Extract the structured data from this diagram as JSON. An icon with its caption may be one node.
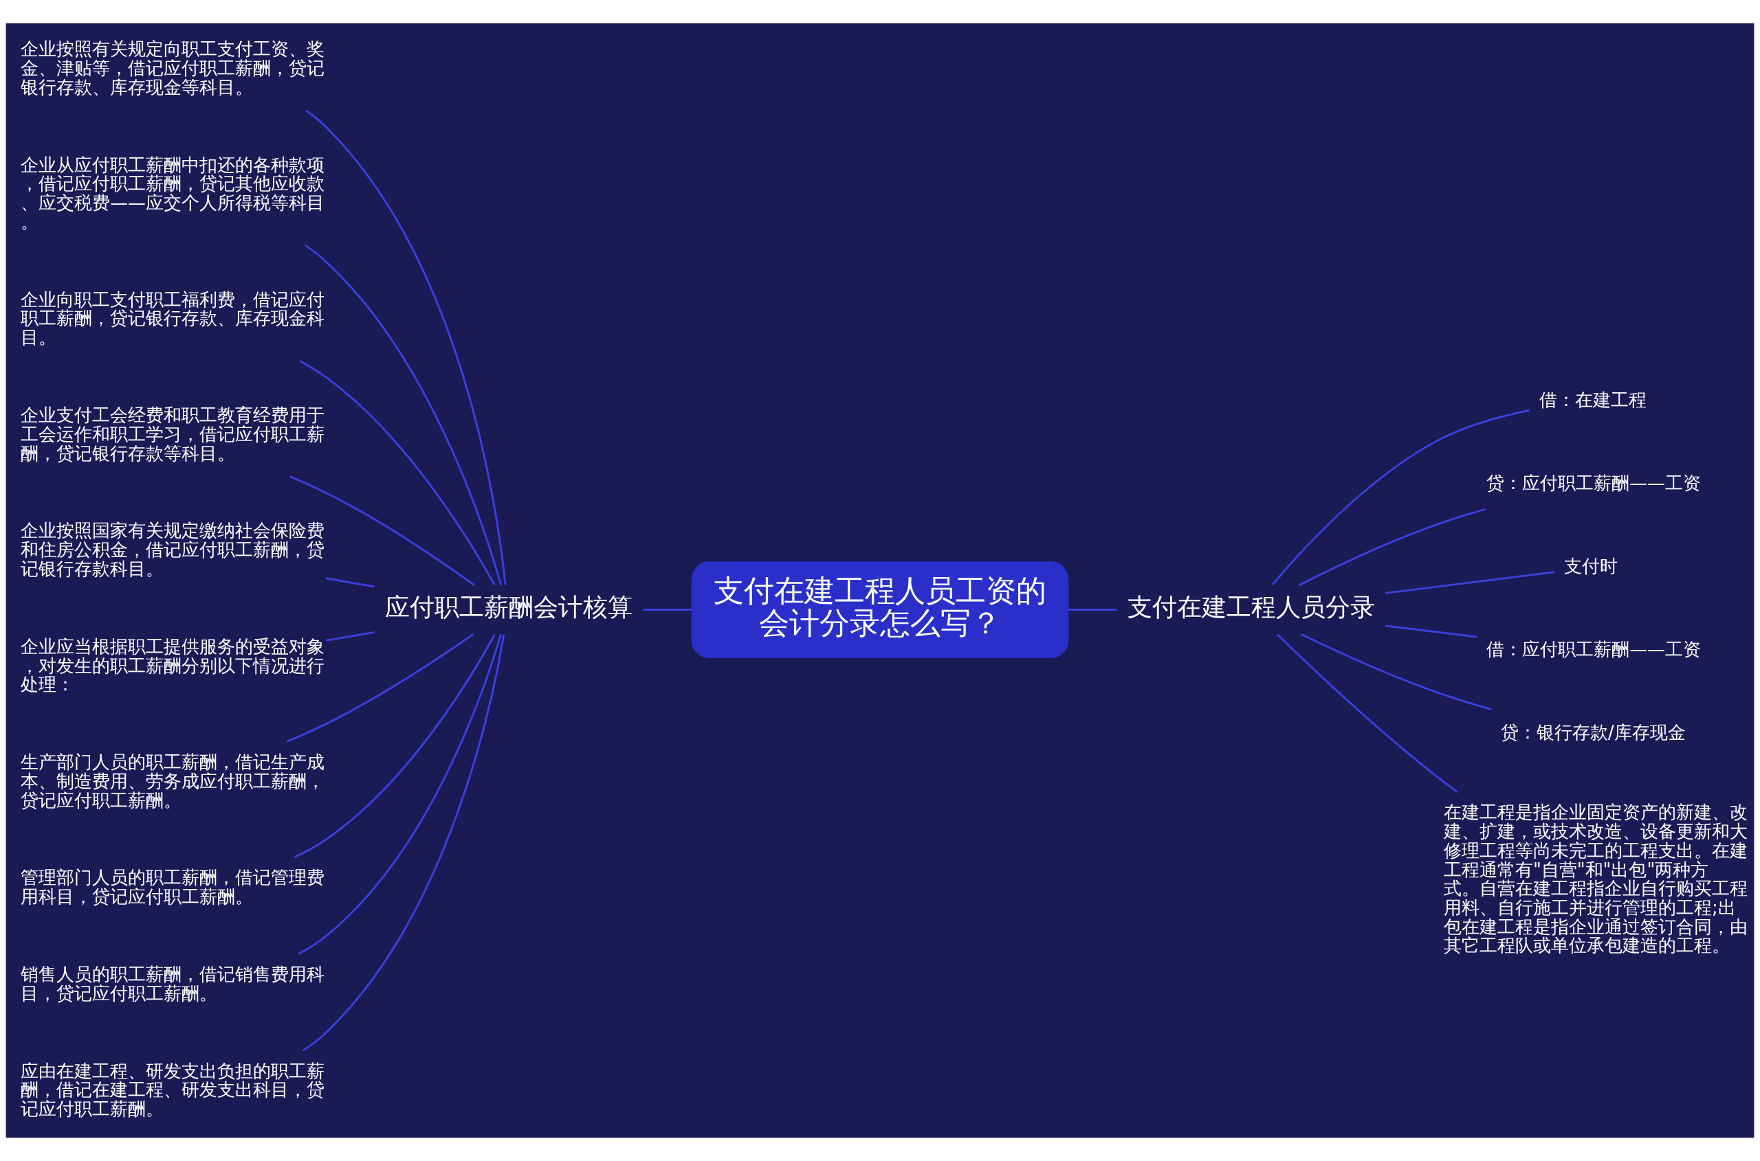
{
  "diagram": {
    "nodes": [
      {
        "text": [
          "支付在建工程人员工资的会计分录怎么写？"
        ]
      },
      {
        "text": [
          "应付职工薪酬会计核算"
        ]
      },
      {
        "text": [
          "企业按照有关规定向职工支付工资、奖金、津贴等，借记应付职工薪酬，贷记银行存款、库存现金等科目。"
        ]
      },
      {
        "text": [
          "企业从应付职工薪酬中扣还的各种款项，借记应付职工薪酬，贷记其他应收款、应交税费——应交个人所得税等科目。"
        ]
      },
      {
        "text": [
          "企业向职工支付职工福利费，借记应付职工薪酬，贷记银行存款、库存现金科目。"
        ]
      },
      {
        "text": [
          "企业支付工会经费和职工教育经费用于工会运作和职工学习，借记应付职工薪酬，贷记银行存款等科目。"
        ]
      },
      {
        "text": [
          "企业按照国家有关规定缴纳社会保险费和住房公积金，借记应付职工薪酬，贷记银行存款科目。"
        ]
      },
      {
        "text": [
          "企业应当根据职工提供服务的受益对象，对发生的职工薪酬分别以下情况进行处理："
        ]
      },
      {
        "text": [
          "生产部门人员的职工薪酬，借记生产成本、制造费用、劳务成应付职工薪酬，贷记应付职工薪酬。"
        ]
      },
      {
        "text": [
          "管理部门人员的职工薪酬，借记管理费用科目，贷记应付职工薪酬。"
        ]
      },
      {
        "text": [
          "销售人员的职工薪酬，借记销售费用科目，贷记应付职工薪酬。"
        ]
      },
      {
        "text": [
          "应由在建工程、研发支出负担的职工薪酬，借记在建工程、研发支出科目，贷记应付职工薪酬。"
        ]
      },
      {
        "text": [
          "支付在建工程人员分录"
        ]
      },
      {
        "text": [
          "借：在建工程"
        ]
      },
      {
        "text": [
          "贷：应付职工薪酬——工资"
        ]
      },
      {
        "text": [
          "支付时"
        ]
      },
      {
        "text": [
          "借：应付职工薪酬——工资"
        ]
      },
      {
        "text": [
          "贷：银行存款/库存现金"
        ]
      },
      {
        "text": [
          "在建工程是指企业固定资产的新建、改建、扩建，或技术改造、设备更新和大修理工程等尚未完工的工程支出。在建工程通常有\"自营\"和\"出包\"两种方式。自营在建工程指企业自行购买工程用料、自行施工并进行管理的工程;出包在建工程是指企业通过签订合同，由其它工程队或单位承包建造的工程。"
        ]
      }
    ],
    "edges": [
      {
        "from": 0,
        "to": 1,
        "arrow": "none"
      },
      {
        "from": 1,
        "to": 2,
        "arrow": "none"
      },
      {
        "from": 1,
        "to": 3,
        "arrow": "none"
      },
      {
        "from": 1,
        "to": 4,
        "arrow": "none"
      },
      {
        "from": 1,
        "to": 5,
        "arrow": "none"
      },
      {
        "from": 1,
        "to": 6,
        "arrow": "none"
      },
      {
        "from": 1,
        "to": 7,
        "arrow": "none"
      },
      {
        "from": 1,
        "to": 8,
        "arrow": "none"
      },
      {
        "from": 1,
        "to": 9,
        "arrow": "none"
      },
      {
        "from": 1,
        "to": 10,
        "arrow": "none"
      },
      {
        "from": 1,
        "to": 11,
        "arrow": "none"
      },
      {
        "from": 0,
        "to": 12,
        "arrow": "none"
      },
      {
        "from": 12,
        "to": 13,
        "arrow": "none"
      },
      {
        "from": 12,
        "to": 14,
        "arrow": "none"
      },
      {
        "from": 12,
        "to": 15,
        "arrow": "none"
      },
      {
        "from": 12,
        "to": 16,
        "arrow": "none"
      },
      {
        "from": 12,
        "to": 17,
        "arrow": "none"
      },
      {
        "from": 12,
        "to": 18,
        "arrow": "none"
      }
    ]
  }
}
